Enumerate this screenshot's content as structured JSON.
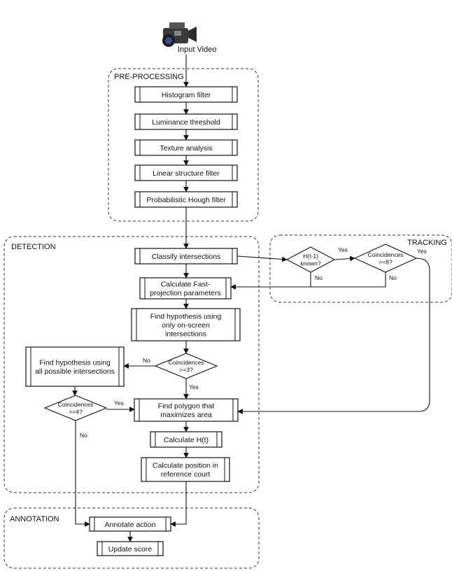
{
  "input": {
    "label": "Input Video",
    "icon": "video-camera-icon"
  },
  "groups": {
    "preprocessing": "PRE-PROCESSING",
    "detection": "DETECTION",
    "tracking": "TRACKING",
    "annotation": "ANNOTATION"
  },
  "nodes": {
    "histogram": "Histogram filter",
    "luminance": "Luminance threshold",
    "texture": "Texture analysis",
    "linear": "Linear structure filter",
    "hough": "Probabilistic Hough filter",
    "classify": "Classify intersections",
    "fastproj": [
      "Calculate Fast-",
      "projection parameters"
    ],
    "hyp_onscreen": [
      "Find hypothesis using",
      "only on-screen",
      "intersections"
    ],
    "hyp_all": [
      "Find hypothesis using",
      "all possible intersections"
    ],
    "polygon": [
      "Find polygon that",
      "maximizes area"
    ],
    "calc_h": "Calculate H(t)",
    "position": [
      "Calculate position in",
      "reference court"
    ],
    "annotate": "Annotate action",
    "update": "Update score"
  },
  "decisions": {
    "ht_known": [
      "H(t-1)",
      "known?"
    ],
    "coinc8": [
      "Coincidences",
      ">=8?"
    ],
    "coinc3": [
      "Coincidences",
      ">=3?"
    ],
    "coinc4": [
      "Coincidences",
      ">=4?"
    ]
  },
  "edge_labels": {
    "yes": "Yes",
    "no": "No"
  }
}
